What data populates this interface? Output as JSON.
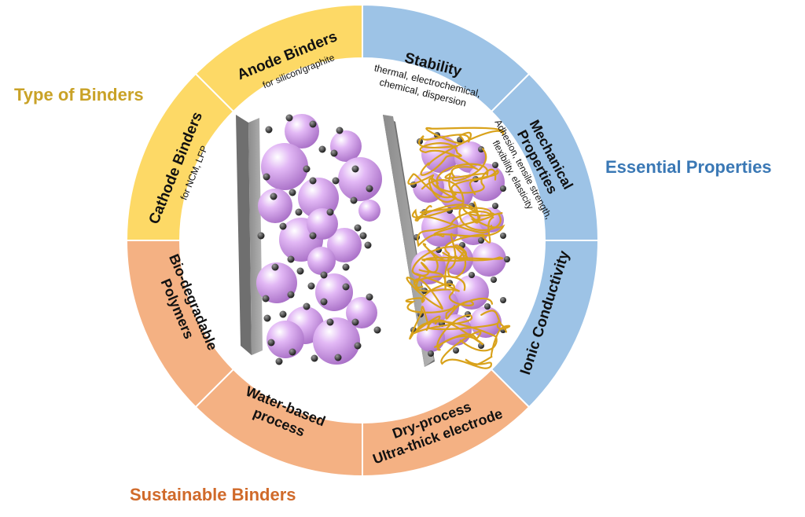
{
  "categories": {
    "type": {
      "label": "Type of Binders",
      "color": "#C9A227"
    },
    "essential": {
      "label": "Essential Properties",
      "color": "#3A78B5"
    },
    "sustainable": {
      "label": "Sustainable Binders",
      "color": "#D06A2A"
    }
  },
  "segments": {
    "anode": {
      "title": "Anode Binders",
      "sub": "for silicon/graphite"
    },
    "cathode": {
      "title": "Cathode Binders",
      "sub": "for NCM, LFP"
    },
    "stability": {
      "title": "Stability",
      "sub1": "thermal, electrochemical,",
      "sub2": "chemical, dispersion"
    },
    "mechanical": {
      "title1": "Mechanical",
      "title2": "Properties",
      "sub1": "Adhesion, tensile strength,",
      "sub2": "flexibility, elasticity"
    },
    "ionic": {
      "title": "Ionic Conductivity"
    },
    "dry": {
      "title1": "Dry-process",
      "title2": "Ultra-thick electrode"
    },
    "water": {
      "title1": "Water-based",
      "title2": "process"
    },
    "biodeg": {
      "title1": "Bio-degradable",
      "title2": "Polymers"
    }
  },
  "colors": {
    "yellow": "#FDD966",
    "blue": "#9DC3E6",
    "orange": "#F4B183",
    "particle": "#D9A6F2",
    "current_collector": "#A6A6A6",
    "binder_fiber": "#D9A21B",
    "carbon": "#333333"
  }
}
